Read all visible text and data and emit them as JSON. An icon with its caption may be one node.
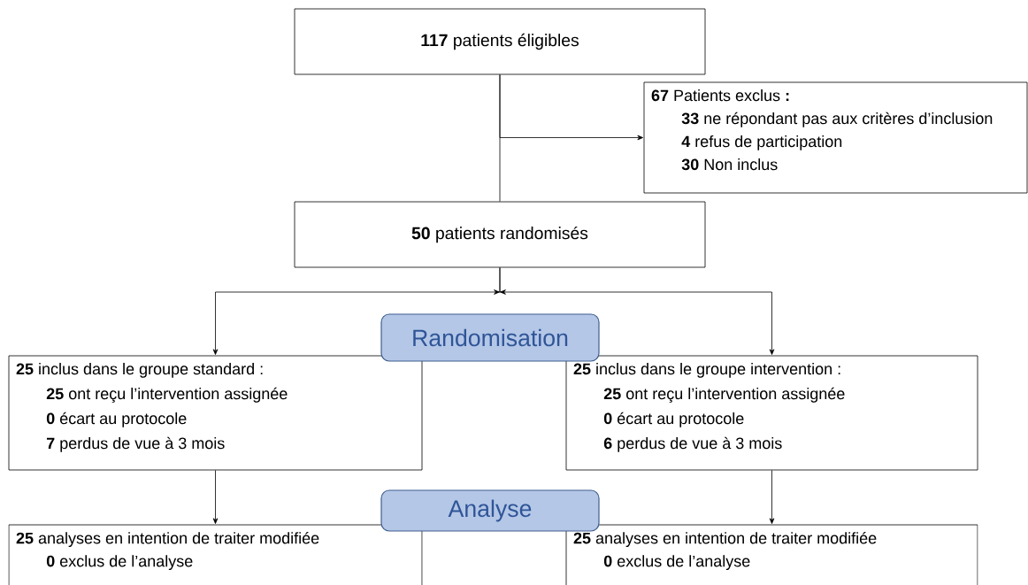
{
  "diagram": {
    "nodes": [
      {
        "text": [
          "**117** patients éligibles"
        ]
      },
      {
        "text": [
          "**67** Patients exclus **:**",
          "**33** ne répondant pas aux critères d’inclusion",
          "**4** refus de participation",
          "**30** Non inclus"
        ]
      },
      {
        "text": [
          "**50** patients randomisés"
        ]
      },
      {
        "text": [
          "Randomisation"
        ]
      },
      {
        "text": [
          "**25** inclus dans le groupe standard :",
          "**25** ont reçu l’intervention assignée",
          "**0** écart au protocole",
          "**7** perdus de vue à 3 mois"
        ]
      },
      {
        "text": [
          "**25** inclus dans le groupe intervention :",
          "**25** ont reçu l’intervention assignée",
          "**0** écart au protocole",
          "**6** perdus de vue à 3 mois"
        ]
      },
      {
        "text": [
          "Analyse"
        ]
      },
      {
        "text": [
          "**25** analyses en intention de traiter modifiée",
          "**0** exclus de l’analyse"
        ]
      },
      {
        "text": [
          "**25** analyses en intention de traiter modifiée",
          "**0** exclus de l’analyse"
        ]
      }
    ],
    "edges": [
      {
        "from": 0,
        "to": 2,
        "arrow": "none"
      },
      {
        "from": 0,
        "to": 1,
        "arrow": "to"
      },
      {
        "from": 2,
        "to": 4,
        "arrow": "to"
      },
      {
        "from": 2,
        "to": 5,
        "arrow": "to"
      },
      {
        "from": 4,
        "to": 7,
        "arrow": "to"
      },
      {
        "from": 5,
        "to": 8,
        "arrow": "to"
      }
    ]
  }
}
